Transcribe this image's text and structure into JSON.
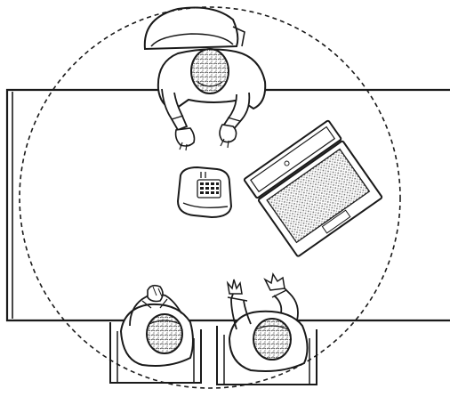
{
  "scene": {
    "kind": "top-view line illustration",
    "colors": {
      "line": "#1a1a1a",
      "fill": "#ffffff",
      "shade": "#8a8a8a",
      "background": "#ffffff"
    },
    "elements": [
      "pickup-range-circle",
      "conference-table",
      "person-top",
      "person-bottom-left",
      "person-bottom-right",
      "conference-phone",
      "laptop"
    ]
  }
}
